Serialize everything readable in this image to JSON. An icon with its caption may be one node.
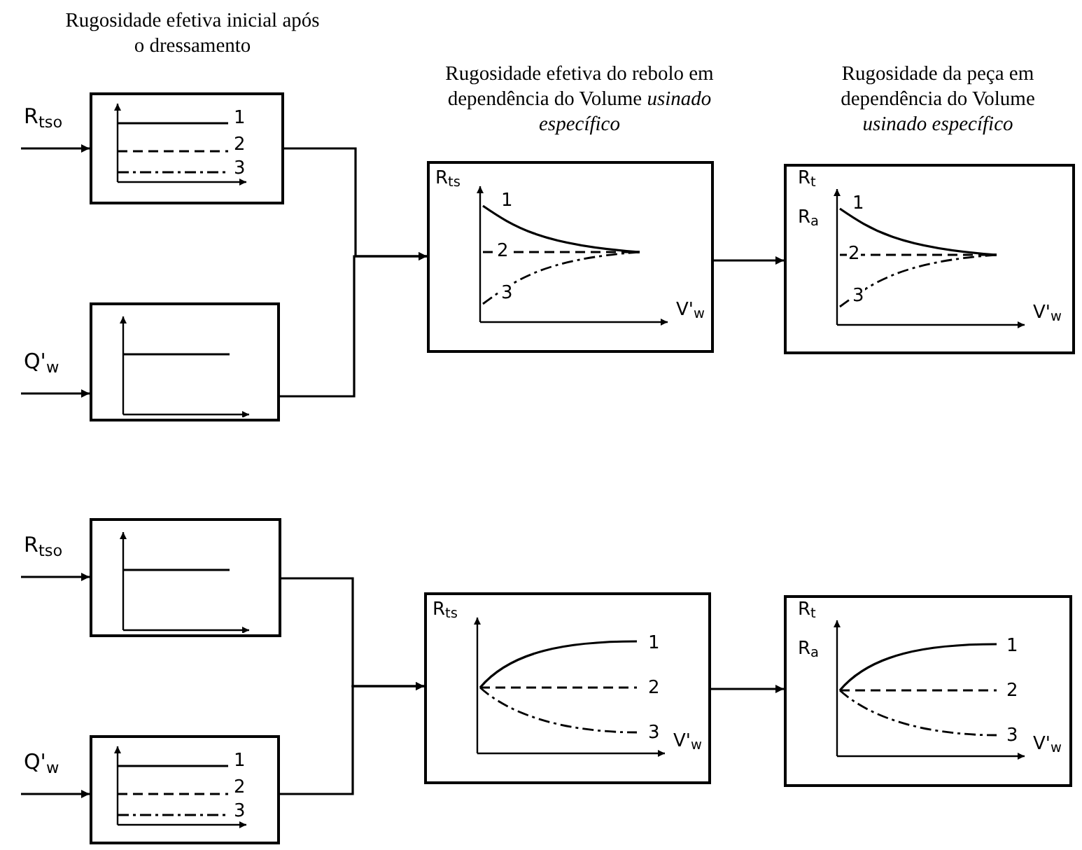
{
  "diagram": {
    "nodes": [
      {
        "text": [
          "Rugosidade efetiva inicial após o dressamento",
          "1",
          "2",
          "3"
        ]
      },
      {
        "text": [],
        "shape": "box"
      },
      {
        "text": [
          "Rugosidade efetiva do rebolo em dependência do Volume *usinado específico*",
          "R$_{ts}$",
          "1",
          "2",
          "3",
          "V'$_{w}$"
        ]
      },
      {
        "text": [
          "Rugosidade da peça em dependência do Volume *usinado específico*",
          "R$_{t}$",
          "R$_{a}$",
          "1",
          "2",
          "3",
          "V'$_{w}$"
        ]
      },
      {
        "text": [],
        "shape": "box"
      },
      {
        "text": [
          "1",
          "2",
          "3"
        ]
      },
      {
        "text": [
          "R$_{ts}$",
          "1",
          "2",
          "3",
          "V'$_{w}$"
        ]
      },
      {
        "text": [
          "R$_{t}$",
          "R$_{a}$",
          "1",
          "2",
          "3",
          "V'$_{w}$"
        ]
      }
    ],
    "edges": [
      {
        "from": null,
        "to": 0,
        "arrow": "to",
        "label": "R$_{tso}$"
      },
      {
        "from": null,
        "to": 1,
        "arrow": "to",
        "label": "Q'$_{w}$"
      },
      {
        "from": 0,
        "to": 2,
        "arrow": "to"
      },
      {
        "from": 1,
        "to": 2,
        "arrow": "to"
      },
      {
        "from": 2,
        "to": 3,
        "arrow": "to"
      },
      {
        "from": null,
        "to": 4,
        "arrow": "to",
        "label": "R$_{tso}$"
      },
      {
        "from": null,
        "to": 5,
        "arrow": "to",
        "label": "Q'$_{w}$"
      },
      {
        "from": 4,
        "to": 6,
        "arrow": "to"
      },
      {
        "from": 5,
        "to": 6,
        "arrow": "to"
      },
      {
        "from": 6,
        "to": 7,
        "arrow": "to"
      }
    ]
  }
}
